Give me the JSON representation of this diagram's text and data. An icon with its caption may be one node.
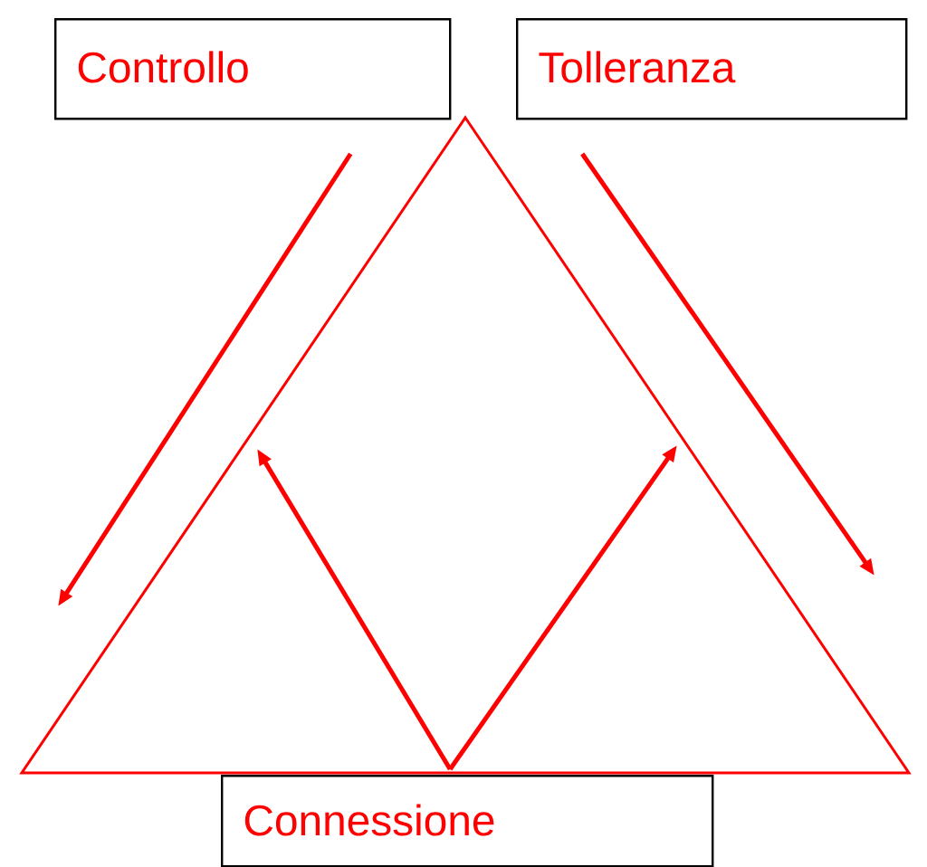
{
  "diagram": {
    "nodes": [
      {
        "text": [
          "Controllo"
        ]
      },
      {
        "text": [
          "Tolleranza"
        ]
      },
      {
        "text": [
          "Connessione"
        ]
      }
    ],
    "edges": [
      {
        "from": 0,
        "to": null,
        "arrow": "to"
      },
      {
        "from": 1,
        "to": null,
        "arrow": "to"
      },
      {
        "from": 2,
        "to": null,
        "arrow": "to"
      },
      {
        "from": 2,
        "to": null,
        "arrow": "to"
      }
    ]
  }
}
